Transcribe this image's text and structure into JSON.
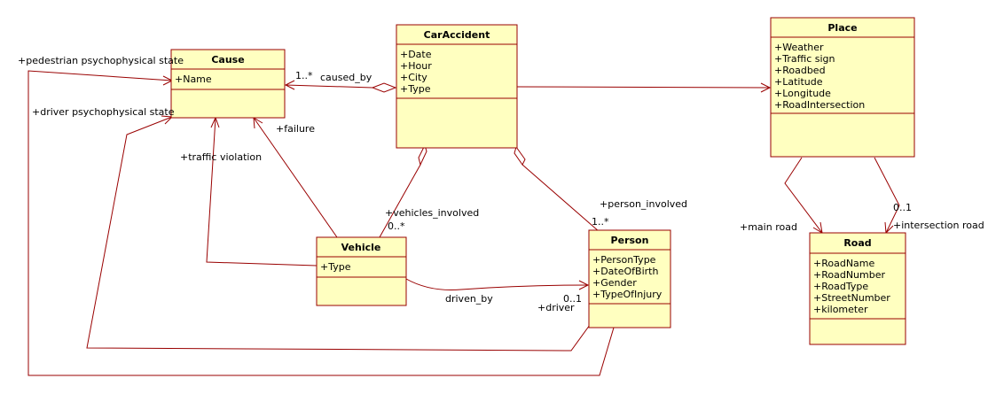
{
  "classes": {
    "cause": {
      "name": "Cause",
      "attrs": [
        "+Name"
      ]
    },
    "car_accident": {
      "name": "CarAccident",
      "attrs": [
        "+Date",
        "+Hour",
        "+City",
        "+Type"
      ]
    },
    "place": {
      "name": "Place",
      "attrs": [
        "+Weather",
        "+Traffic sign",
        "+Roadbed",
        "+Latitude",
        "+Longitude",
        "+RoadIntersection"
      ]
    },
    "vehicle": {
      "name": "Vehicle",
      "attrs": [
        "+Type"
      ]
    },
    "person": {
      "name": "Person",
      "attrs": [
        "+PersonType",
        "+DateOfBirth",
        "+Gender",
        "+TypeOfInjury"
      ]
    },
    "road": {
      "name": "Road",
      "attrs": [
        "+RoadName",
        "+RoadNumber",
        "+RoadType",
        "+StreetNumber",
        "+kilometer"
      ]
    }
  },
  "labels": {
    "pedestrian_state": "+pedestrian psychophysical state",
    "driver_state": "+driver psychophysical state",
    "caused_by_mult": "1..*",
    "caused_by": "caused_by",
    "failure": "+failure",
    "traffic_violation": "+traffic violation",
    "vehicles_involved": "+vehicles_involved",
    "vehicles_mult": "0..*",
    "person_involved": "+person_involved",
    "person_mult": "1..*",
    "driven_by": "driven_by",
    "driver_mult": "0..1",
    "driver": "+driver",
    "main_road": "+main road",
    "intersection_mult": "0..1",
    "intersection_road": "+intersection road"
  }
}
